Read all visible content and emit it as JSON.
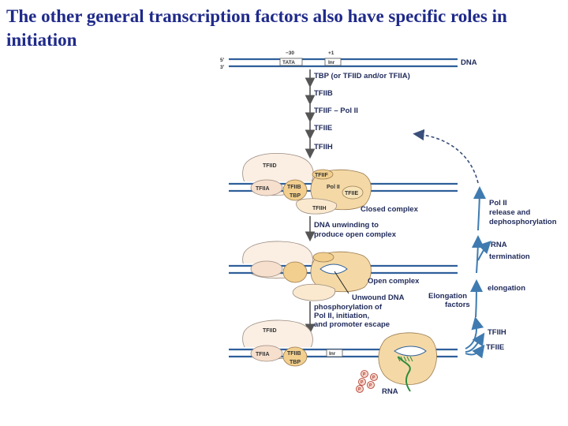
{
  "title": "The other general transcription factors also have specific roles in initiation",
  "diagram": {
    "top_dna": {
      "pos_minus30": "−30",
      "pos_plus1": "+1",
      "five_prime": "5′",
      "three_prime": "3′",
      "tata": "TATA",
      "inr": "Inr",
      "dna": "DNA"
    },
    "assembly_steps": [
      "TBP (or TFIID and/or TFIIA)",
      "TFIIB",
      "TFIIF – Pol II",
      "TFIIE",
      "TFIIH"
    ],
    "closed_complex": {
      "tfiid": "TFIID",
      "tfiia": "TFIIA",
      "tfiib": "TFIIB",
      "tbp": "TBP",
      "tfiif": "TFIIF",
      "pol_ii": "Pol II",
      "tfiie": "TFIIE",
      "tfiih": "TFIIH",
      "label": "Closed complex"
    },
    "unwinding": [
      "DNA unwinding to",
      "produce open complex"
    ],
    "open_complex": {
      "label": "Open complex",
      "unwound": "Unwound DNA"
    },
    "phosphorylation": [
      "phosphorylation of",
      "Pol II, initiation,",
      "and promoter escape"
    ],
    "initiation": {
      "tfiid": "TFIID",
      "tfiia": "TFIIA",
      "tfiib": "TFIIB",
      "tbp": "TBP",
      "inr": "Inr",
      "p": "P",
      "rna": "RNA"
    },
    "cycle": {
      "elongation_factors": [
        "Elongation",
        "factors"
      ],
      "elongation": "elongation",
      "rna": "RNA",
      "termination": "termination",
      "release": [
        "Pol II",
        "release and",
        "dephosphorylation"
      ],
      "tfiih": "TFIIH",
      "tfiie": "TFIIE"
    }
  }
}
